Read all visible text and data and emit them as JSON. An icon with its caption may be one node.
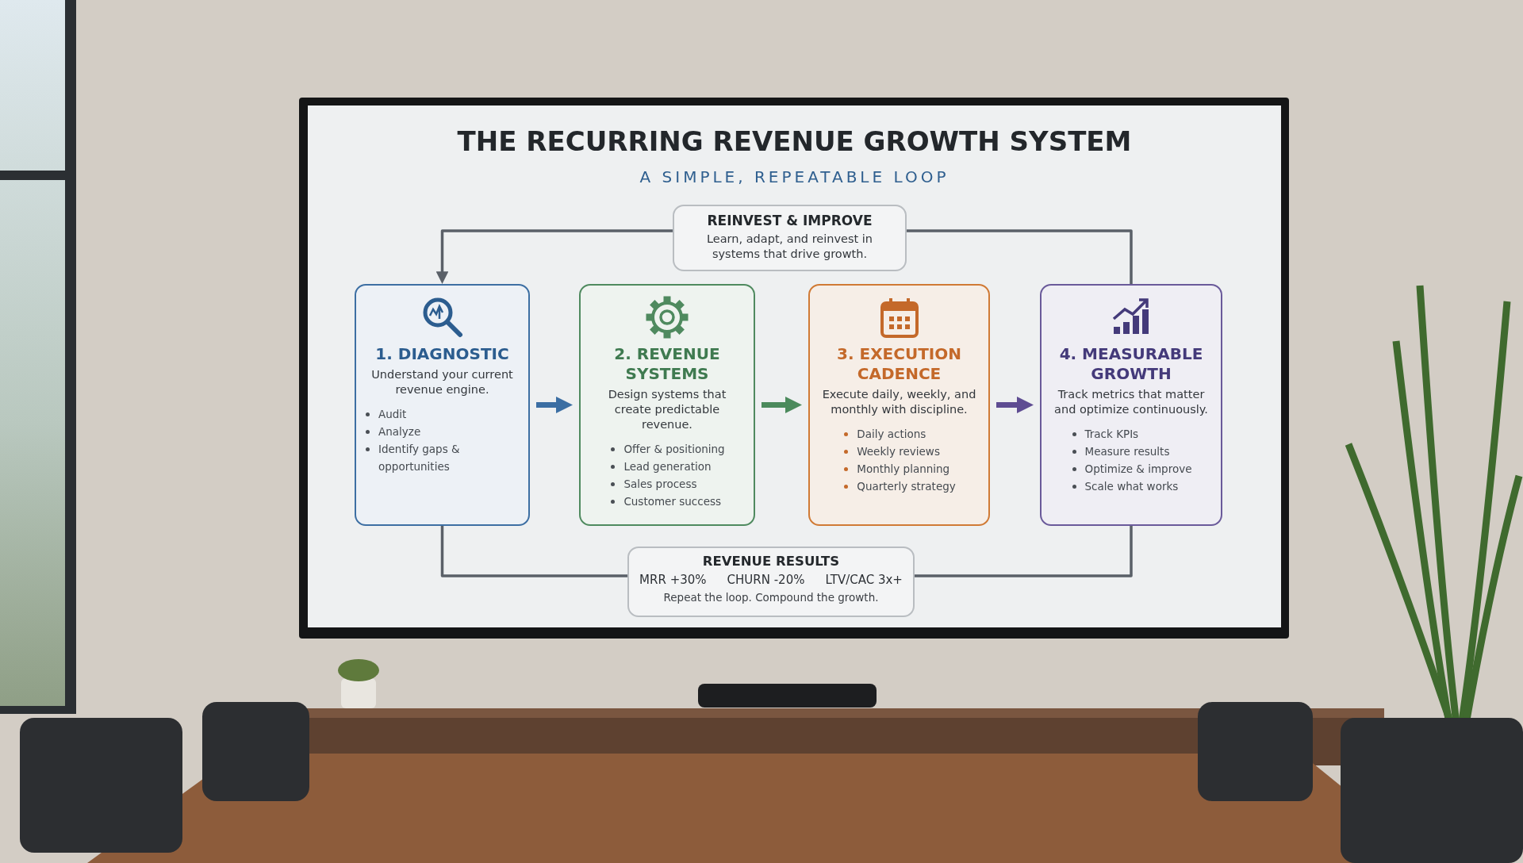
{
  "diagram": {
    "title": "THE RECURRING REVENUE GROWTH SYSTEM",
    "nodes": [
      {
        "text": [
          "REINVEST & IMPROVE",
          "Learn, adapt, and reinvest in systems that drive growth."
        ]
      },
      {
        "text": [
          "1. DIAGNOSTIC",
          "Understand your current revenue engine.",
          "Audit",
          "Analyze",
          "Identify gaps & opportunities"
        ]
      },
      {
        "text": [
          "2. REVENUE SYSTEMS",
          "Design systems that create predictable revenue.",
          "Offer & positioning",
          "Lead generation",
          "Sales process",
          "Customer success"
        ]
      },
      {
        "text": [
          "3. EXECUTION CADENCE",
          "Execute daily, weekly, and monthly with discipline.",
          "Daily actions",
          "Weekly reviews",
          "Monthly planning",
          "Quarterly strategy"
        ]
      },
      {
        "text": [
          "4. MEASURABLE GROWTH",
          "Track metrics that matter and optimize continuously.",
          "Track KPIs",
          "Measure results",
          "Optimize & improve",
          "Scale what works"
        ]
      },
      {
        "text": [
          "REVENUE RESULTS",
          "MRR +30%",
          "CHURN -20%",
          "LTV/CAC 3x+",
          "Repeat the loop. Compound the growth."
        ]
      }
    ],
    "edges": [
      {
        "from": 1,
        "to": 2,
        "arrow": "to",
        "style": "thick",
        "color": "#3b6ea3"
      },
      {
        "from": 2,
        "to": 3,
        "arrow": "to",
        "style": "thick",
        "color": "#4b8a5c"
      },
      {
        "from": 3,
        "to": 4,
        "arrow": "to",
        "style": "thick",
        "color": "#5e4c92"
      },
      {
        "from": 4,
        "to": 0,
        "arrow": "none"
      },
      {
        "from": 0,
        "to": 1,
        "arrow": "to"
      },
      {
        "from": 1,
        "to": 5,
        "arrow": "none"
      },
      {
        "from": 5,
        "to": 4,
        "arrow": "none"
      }
    ],
    "labels": [
      "A SIMPLE, REPEATABLE LOOP"
    ]
  }
}
